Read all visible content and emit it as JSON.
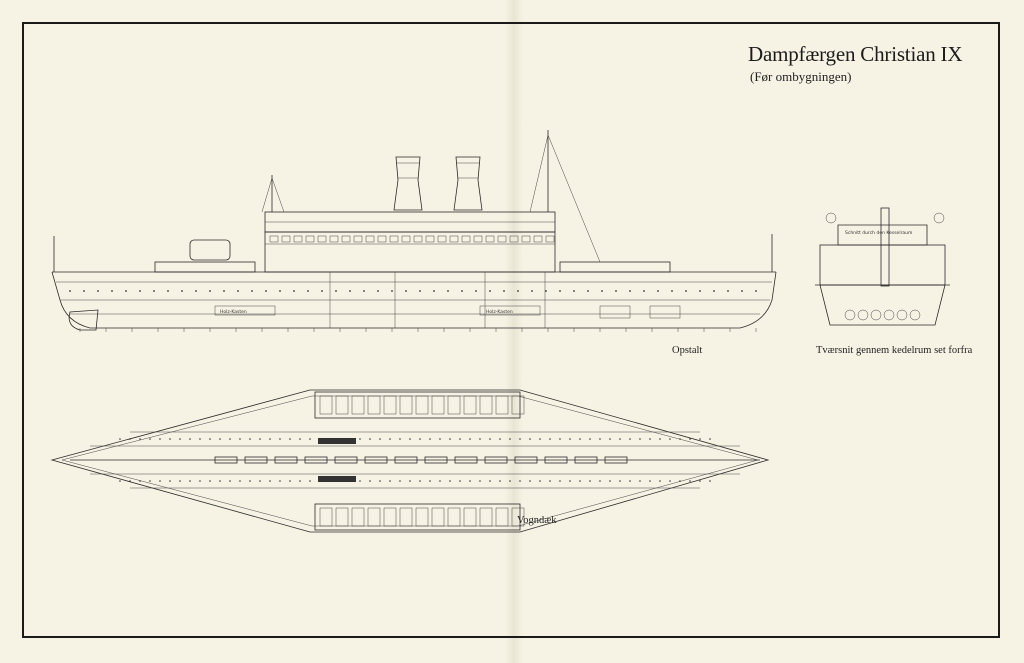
{
  "title": "Dampfærgen Christian IX",
  "subtitle": "(Før ombygningen)",
  "views": {
    "elevation": {
      "label": "Opstalt"
    },
    "cross_section": {
      "label": "Tværsnit gennem kedelrum set forfra",
      "inner_label": "Schnitt durch den Kesselraum"
    },
    "plan": {
      "label": "Vogndæk"
    }
  }
}
